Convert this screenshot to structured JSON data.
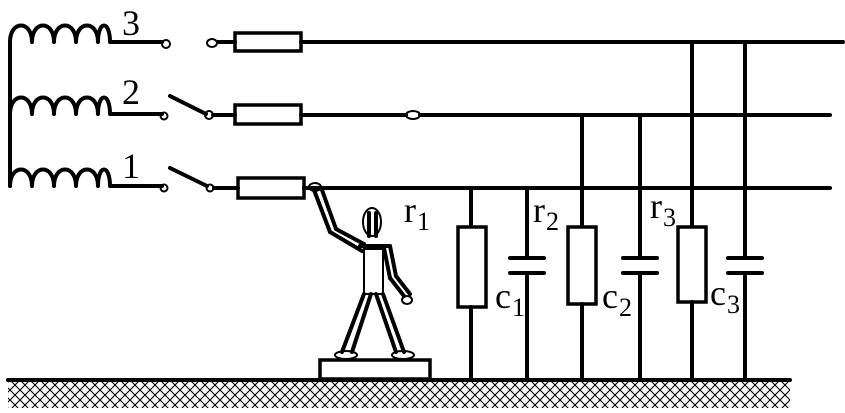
{
  "phases": [
    {
      "number": "3",
      "switch_state": "open"
    },
    {
      "number": "2",
      "switch_state": "closed"
    },
    {
      "number": "1",
      "switch_state": "closed"
    }
  ],
  "leakage_elements": [
    {
      "resistor": {
        "letter": "r",
        "index": "1"
      },
      "capacitor": {
        "letter": "c",
        "index": "1"
      }
    },
    {
      "resistor": {
        "letter": "r",
        "index": "2"
      },
      "capacitor": {
        "letter": "c",
        "index": "2"
      }
    },
    {
      "resistor": {
        "letter": "r",
        "index": "3"
      },
      "capacitor": {
        "letter": "c",
        "index": "3"
      }
    }
  ],
  "symbols": {
    "winding": "inductor-coil-icon",
    "person": "person-touching-wire-icon",
    "platform": "insulating-platform-icon",
    "ground": "ground-hatch-icon"
  }
}
